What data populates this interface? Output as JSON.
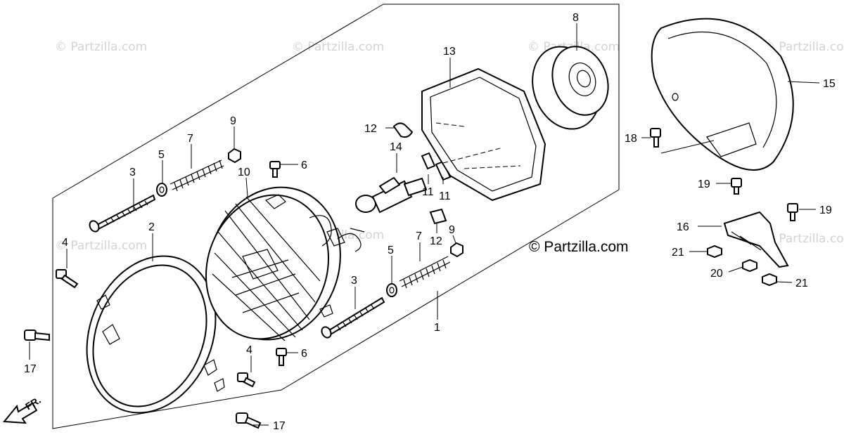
{
  "watermark_text": "© Partzilla.com",
  "copyright_text": "© Partzilla.com",
  "direction_label": "FR.",
  "callouts": {
    "c1": "1",
    "c2": "2",
    "c3a": "3",
    "c3b": "3",
    "c4a": "4",
    "c4b": "4",
    "c5a": "5",
    "c5b": "5",
    "c6a": "6",
    "c6b": "6",
    "c7a": "7",
    "c7b": "7",
    "c8": "8",
    "c9a": "9",
    "c9b": "9",
    "c10": "10",
    "c11a": "11",
    "c11b": "11",
    "c12a": "12",
    "c12b": "12",
    "c13": "13",
    "c14": "14",
    "c15": "15",
    "c16": "16",
    "c17a": "17",
    "c17b": "17",
    "c18": "18",
    "c19a": "19",
    "c19b": "19",
    "c20": "20",
    "c21a": "21",
    "c21b": "21"
  }
}
